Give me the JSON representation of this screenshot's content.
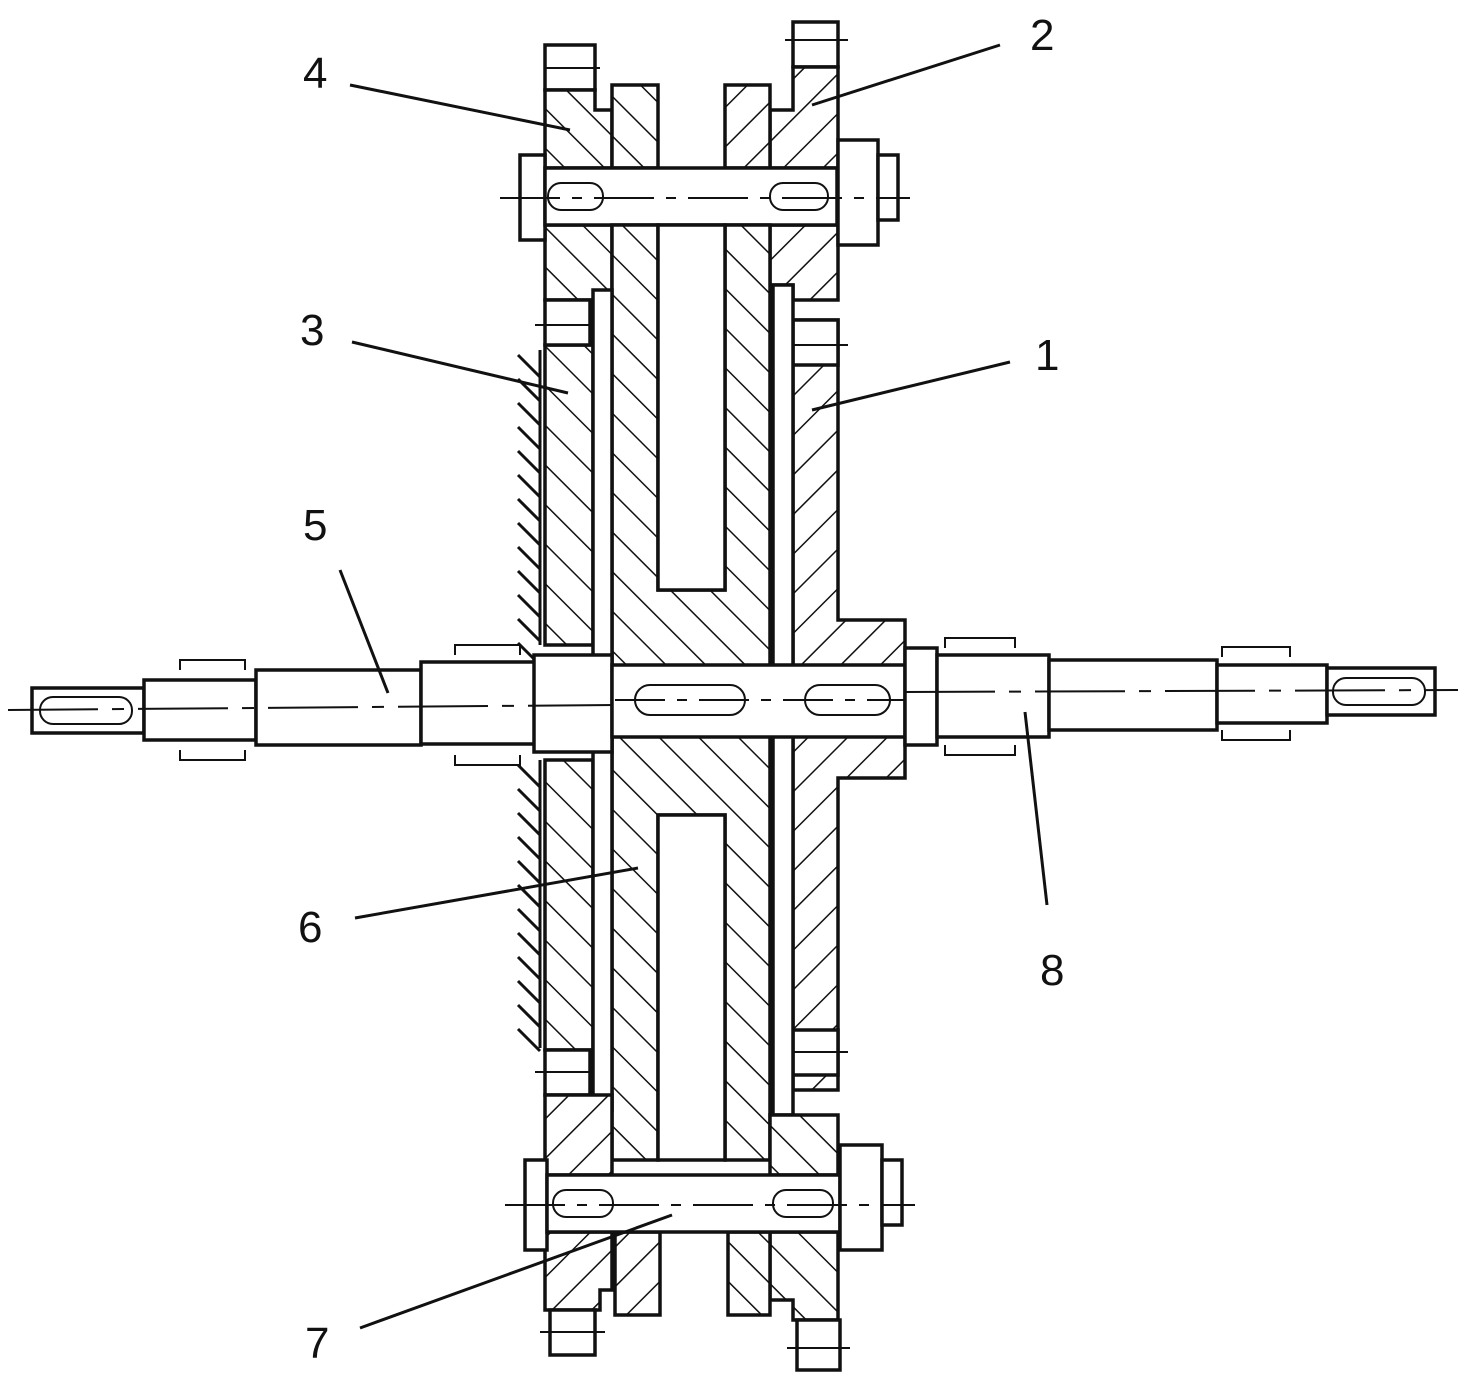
{
  "callouts": [
    {
      "id": "c1",
      "text": "1"
    },
    {
      "id": "c2",
      "text": "2"
    },
    {
      "id": "c3",
      "text": "3"
    },
    {
      "id": "c4",
      "text": "4"
    },
    {
      "id": "c5",
      "text": "5"
    },
    {
      "id": "c6",
      "text": "6"
    },
    {
      "id": "c7",
      "text": "7"
    },
    {
      "id": "c8",
      "text": "8"
    }
  ],
  "colors": {
    "ink": "#111111",
    "paper": "#ffffff"
  }
}
